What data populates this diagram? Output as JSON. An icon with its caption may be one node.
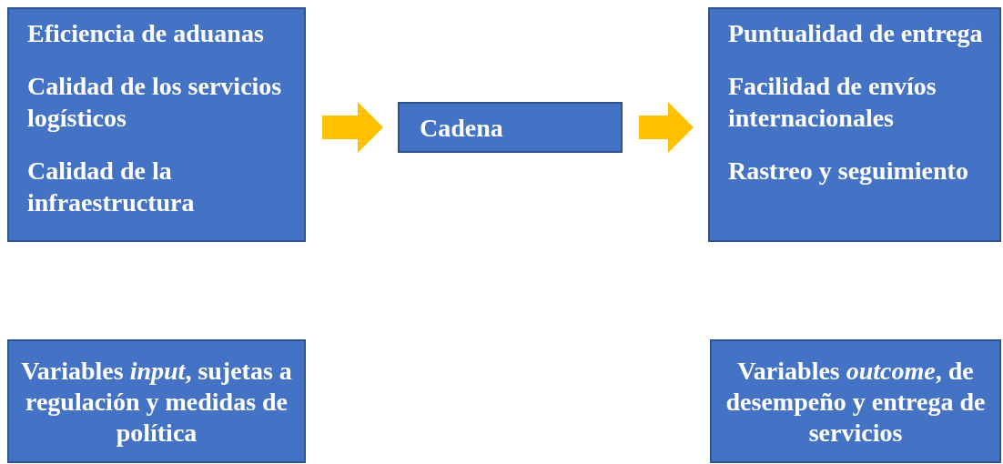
{
  "diagram": {
    "nodes": [
      {
        "text": [
          "Eficiencia de aduanas",
          "Calidad de los servicios logísticos",
          "Calidad de la infraestructura"
        ]
      },
      {
        "text": [
          "Cadena"
        ]
      },
      {
        "text": [
          "Puntualidad de entrega",
          "Facilidad de envíos internacionales",
          "Rastreo y seguimiento"
        ]
      },
      {
        "text": [
          "Variables *input*, sujetas a regulación y medidas de política"
        ]
      },
      {
        "text": [
          "Variables *outcome*, de desempeño y entrega de servicios"
        ]
      }
    ],
    "edges": [
      {
        "from": 0,
        "to": 1,
        "arrow": "to"
      },
      {
        "from": 1,
        "to": 2,
        "arrow": "to"
      }
    ]
  }
}
